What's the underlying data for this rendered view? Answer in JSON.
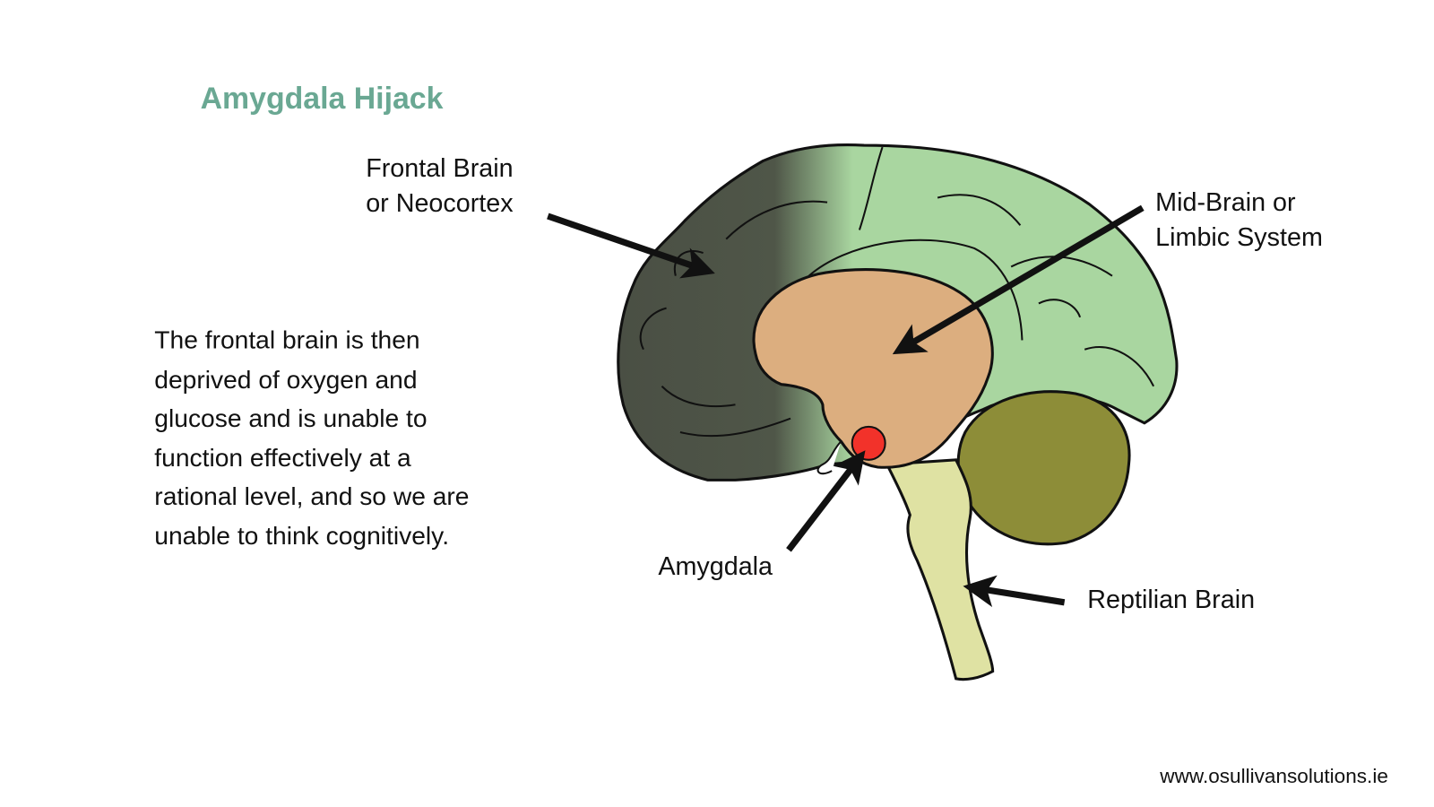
{
  "title": "Amygdala Hijack",
  "labels": {
    "frontal": [
      "Frontal Brain",
      "or Neocortex"
    ],
    "midbrain": [
      "Mid-Brain or",
      "Limbic System"
    ],
    "amygdala": "Amygdala",
    "reptilian": "Reptilian Brain"
  },
  "paragraph": [
    "The frontal brain is then",
    "deprived of oxygen and",
    "glucose and is unable to",
    "function effectively at a",
    "rational level, and so we are",
    "unable to think cognitively."
  ],
  "footer_url": "www.osullivansolutions.ie",
  "colors": {
    "title": "#6aa893",
    "neocortex_dark": "#4a4f44",
    "neocortex_light": "#a9d6a0",
    "limbic": "#dcae7f",
    "cerebellum": "#8d8d38",
    "brainstem": "#dfe2a3",
    "amygdala": "#f2322a"
  }
}
